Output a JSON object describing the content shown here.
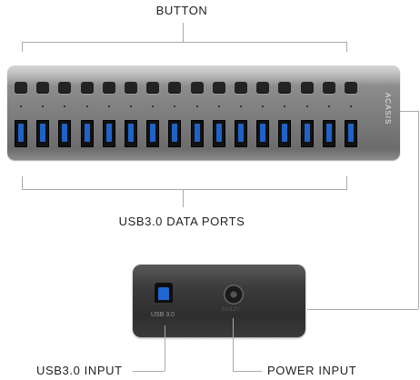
{
  "labels": {
    "button": "BUTTON",
    "data_ports": "USB3.0 DATA PORTS",
    "usb_input": "USB3.0 INPUT",
    "power_input": "POWER INPUT"
  },
  "device": {
    "brand": "ACASIS",
    "port_count": 16,
    "usb_b_label": "USB 3.0",
    "dc_label": "5V/12V"
  },
  "colors": {
    "hub_body": "#7a7a7a",
    "port_blue": "#1f63c9",
    "button_black": "#232323"
  }
}
